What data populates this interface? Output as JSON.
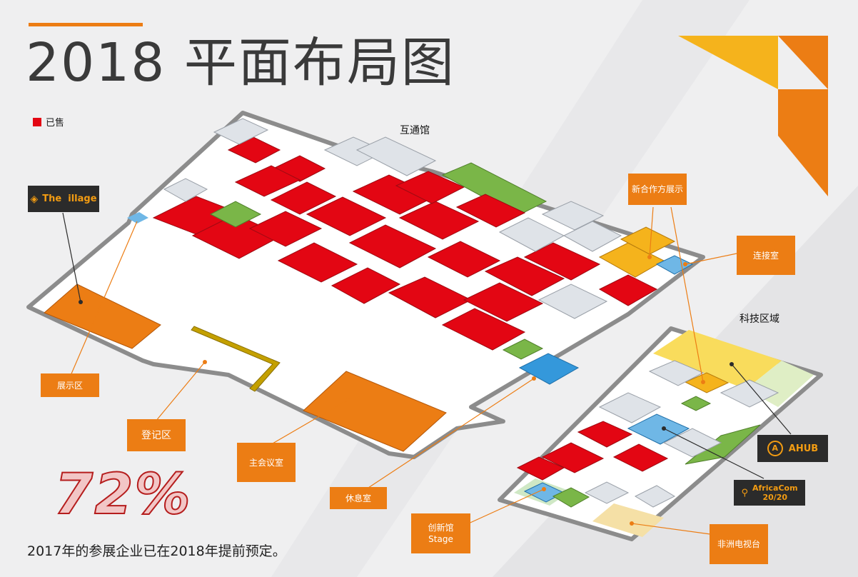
{
  "title": "2018 平面布局图",
  "legend": {
    "label": "已售",
    "color": "#e30613"
  },
  "halls": {
    "main": "互通馆",
    "tech": "科技区域"
  },
  "labels": {
    "village": "The  illage",
    "exhibit": "展示区",
    "registration": "登记区",
    "main_meeting": "主会议室",
    "lounge": "休息室",
    "new_coop": "新合作方展示",
    "connection": "连接室",
    "ahub": "AHUB",
    "africacom_1": "AfricaCom",
    "africacom_2": "20/20",
    "innovation_1": "创新馆",
    "innovation_2": "Stage",
    "africa_tv": "非洲电视台"
  },
  "stat": {
    "value": "72%",
    "caption": "2017年的参展企业已在2018年提前预定。"
  },
  "colors": {
    "sold": "#e30613",
    "available": "#dfe3e8",
    "orange": "#ec7d14",
    "green": "#7ab648",
    "blue": "#3498db",
    "yellow": "#f9dc5c"
  }
}
